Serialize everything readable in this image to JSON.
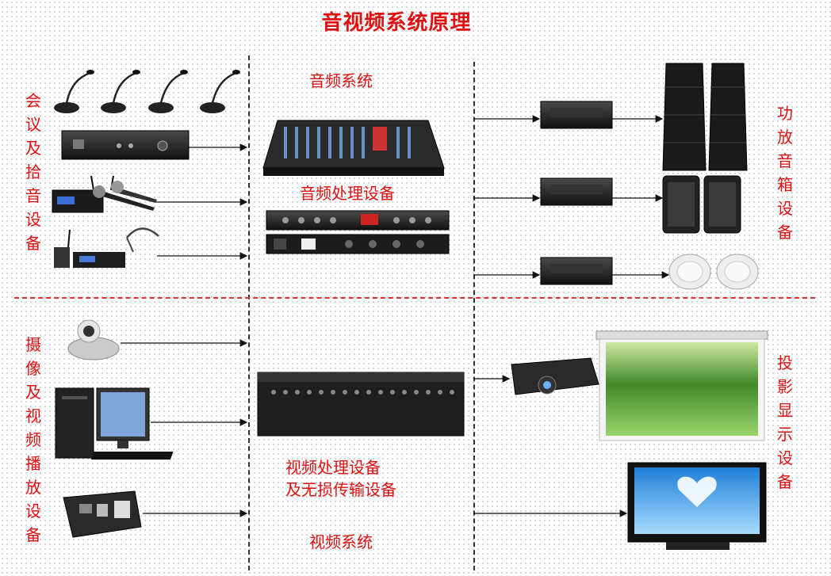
{
  "title": "音视频系统原理",
  "labels": {
    "audio_system": "音频系统",
    "audio_processing": "音频处理设备",
    "video_processing_line1": "视频处理设备",
    "video_processing_line2": "及无损传输设备",
    "video_system": "视频系统",
    "conference_pickup": "会议及拾音设备",
    "amp_speaker": "功放音箱设备",
    "camera_video_play": "摄像及视频播放设备",
    "projection_display": "投影显示设备"
  },
  "colors": {
    "accent": "#e01010",
    "line": "#111111"
  },
  "icons": [
    "gooseneck-mic-icon",
    "conference-host-icon",
    "wireless-mic-icon",
    "headset-mic-icon",
    "mixer-icon",
    "audio-processor-icon",
    "amplifier-icon",
    "line-array-speaker-icon",
    "box-speaker-icon",
    "ceiling-speaker-icon",
    "ptz-camera-icon",
    "computer-icon",
    "floor-socket-icon",
    "video-matrix-icon",
    "projector-icon",
    "projection-screen-icon",
    "lcd-tv-icon"
  ]
}
